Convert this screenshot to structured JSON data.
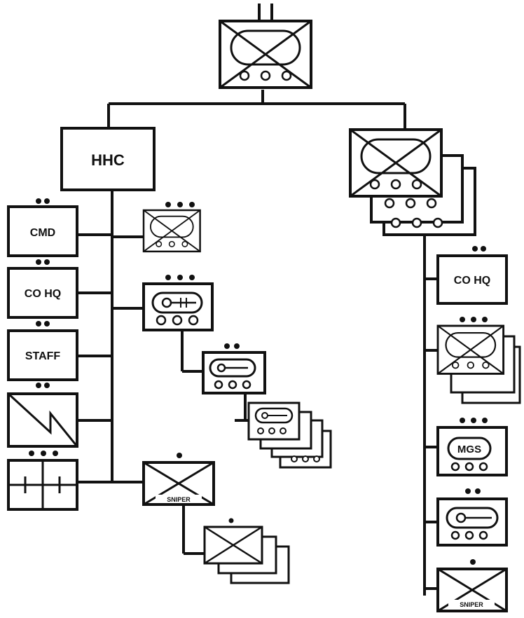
{
  "hq": {
    "label": "HHC"
  },
  "hq_elements": [
    {
      "label": "CMD"
    },
    {
      "label": "CO HQ"
    },
    {
      "label": "STAFF"
    }
  ],
  "company_hq": {
    "label": "CO HQ"
  },
  "mgs": {
    "label": "MGS"
  },
  "sniper_labels": {
    "left": "SNIPER",
    "company": "SNIPER"
  },
  "colors": {
    "line": "#111111",
    "fill": "#ffffff"
  }
}
